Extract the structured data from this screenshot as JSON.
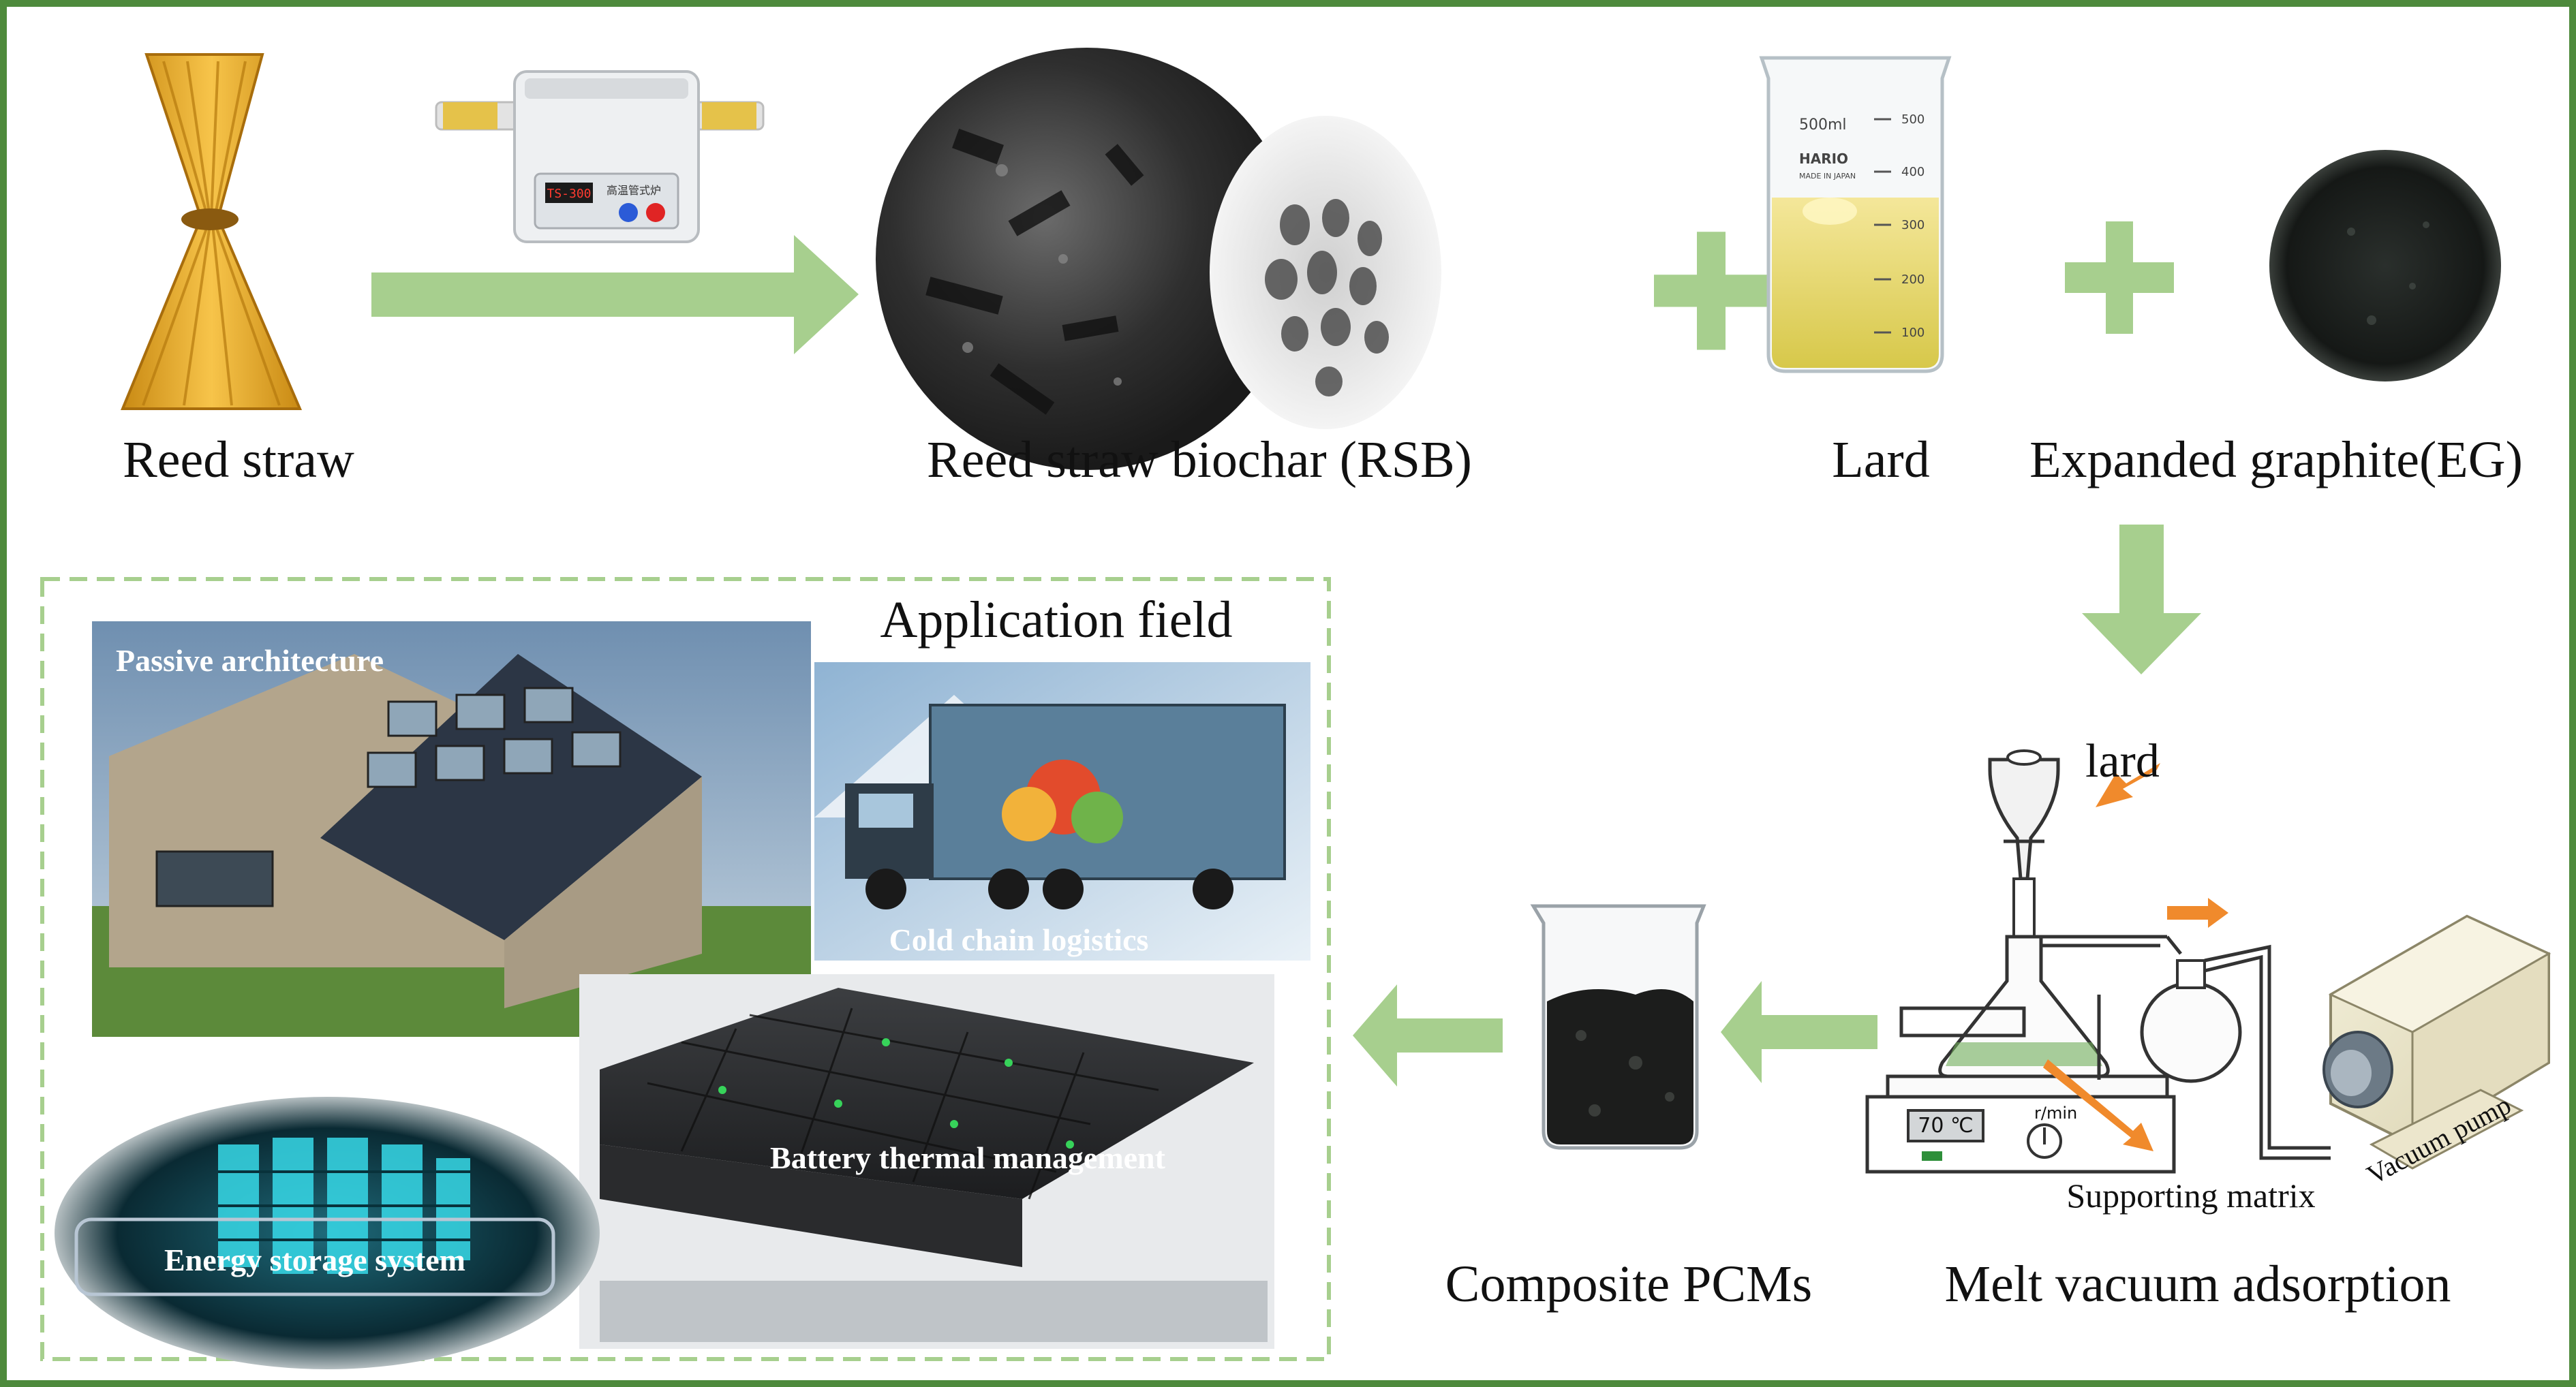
{
  "colors": {
    "frame": "#4e8a3c",
    "arrow": "#a7cf8e",
    "dashed_box": "#a7cf8e",
    "callout_arrow": "#f08a2c"
  },
  "top_row": {
    "reed_straw": "Reed straw",
    "rsb": "Reed straw biochar (RSB)",
    "lard": "Lard",
    "eg": "Expanded graphite(EG)"
  },
  "furnace": {
    "screen_text": "TS-300",
    "panel_text": "高温管式炉"
  },
  "beaker_top": {
    "volume_label": "500ml",
    "brand": "HARIO",
    "made_in": "MADE IN JAPAN",
    "ticks": [
      "500",
      "400",
      "300",
      "200",
      "100"
    ]
  },
  "process": {
    "lard_callout": "lard",
    "heater_display": "70 ℃",
    "heater_unit": "r/min",
    "vacuum_pump": "Vacuum pump",
    "supporting_matrix": "Supporting matrix",
    "melt_vacuum": "Melt vacuum adsorption",
    "composite": "Composite PCMs"
  },
  "application": {
    "title": "Application field",
    "passive": "Passive architecture",
    "cold_chain": "Cold chain logistics",
    "battery": "Battery thermal management",
    "energy_storage": "Energy storage system"
  }
}
